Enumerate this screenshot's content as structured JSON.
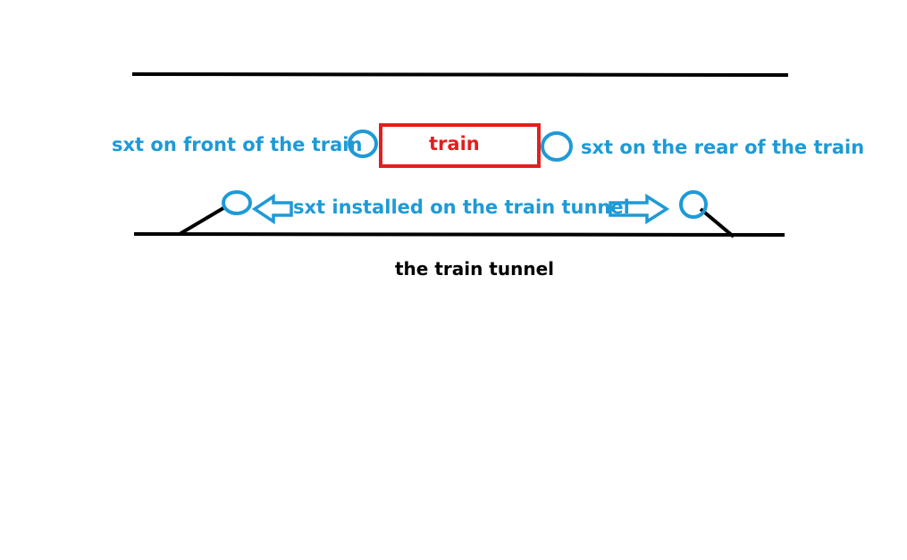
{
  "labels": {
    "front_sxt": "sxt on front of the train",
    "train": "train",
    "rear_sxt": "sxt on the rear of the train",
    "tunnel_sxt": "sxt installed on the train tunnel",
    "tunnel": "the train tunnel"
  },
  "colors": {
    "blue": "#1e9ad6",
    "red": "#e02020",
    "black": "#000000"
  }
}
